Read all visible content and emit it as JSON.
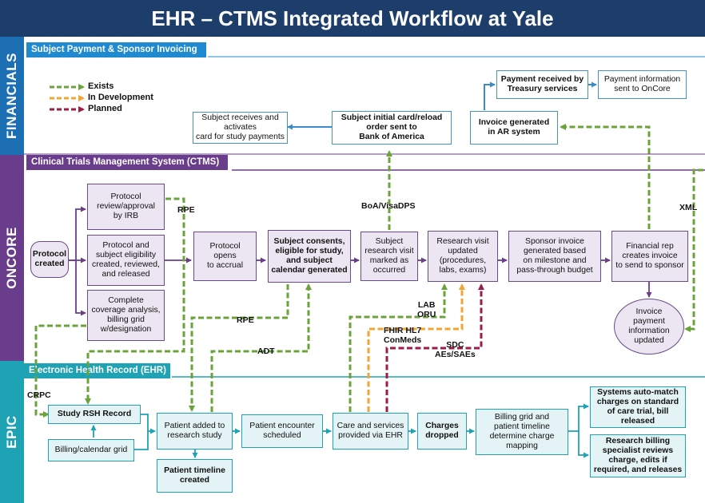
{
  "title": "EHR – CTMS Integrated Workflow at Yale",
  "bands": {
    "financials": "FINANCIALS",
    "oncore": "ONCORE",
    "epic": "EPIC"
  },
  "sections": {
    "financials": "Subject Payment & Sponsor Invoicing",
    "ctms": "Clinical Trials Management System (CTMS)",
    "ehr": "Electronic Health Record (EHR)"
  },
  "legend": [
    {
      "label": "Exists",
      "color": "#6ba33a"
    },
    {
      "label": "In Development",
      "color": "#f2a533"
    },
    {
      "label": "Planned",
      "color": "#9b1e4a"
    }
  ],
  "colors": {
    "financials_band": "#1d6fb4",
    "oncore_band": "#6a3d8c",
    "epic_band": "#1ea3b5",
    "header": "#1d3e6b",
    "financial_section": "#1f8ad0",
    "ctms_section": "#6a3d8c",
    "ehr_section": "#1ea3b5"
  },
  "financial_boxes": {
    "subject_receives": "Subject receives and activates\ncard for study payments",
    "initial_card": "Subject initial card/reload\norder sent to\nBank of America",
    "invoice_generated": "Invoice generated\nin AR system",
    "payment_received": "Payment received by\nTreasury services",
    "payment_info": "Payment information\nsent to OnCore"
  },
  "oncore_boxes": {
    "protocol_created": "Protocol\ncreated",
    "protocol_review": "Protocol\nreview/approval\nby IRB",
    "protocol_eligibility": "Protocol and\nsubject eligibility\ncreated, reviewed,\nand released",
    "coverage_analysis": "Complete\ncoverage analysis,\nbilling grid\nw/designation",
    "protocol_opens": "Protocol\nopens\nto accrual",
    "subject_consents": "Subject consents,\neligible for study,\nand subject\ncalendar generated",
    "research_visit_marked": "Subject\nresearch visit\nmarked as\noccurred",
    "research_visit_updated": "Research visit\nupdated\n(procedures,\nlabs, exams)",
    "sponsor_invoice": "Sponsor invoice\ngenerated based\non milestone and\npass-through budget",
    "financial_rep": "Financial rep\ncreates invoice\nto send to sponsor",
    "invoice_payment": "Invoice\npayment\ninformation\nupdated"
  },
  "epic_boxes": {
    "study_rsh": "Study RSH Record",
    "billing_calendar": "Billing/calendar grid",
    "patient_added": "Patient added to\nresearch study",
    "patient_timeline": "Patient timeline\ncreated",
    "encounter": "Patient encounter\nscheduled",
    "care_services": "Care and services\nprovided via EHR",
    "charges_dropped": "Charges\ndropped",
    "billing_grid_timeline": "Billing grid and\npatient timeline\ndetermine charge\nmapping",
    "auto_match": "Systems auto-match\ncharges on standard\nof care trial, bill\nreleased",
    "specialist_reviews": "Research billing\nspecialist reviews\ncharge, edits if\nrequired, and releases"
  },
  "connector_labels": {
    "boa": "BoA/VisaDPS",
    "xml": "XML",
    "rpe_top": "RPE",
    "rpe_mid": "RPE",
    "adt": "ADT",
    "crpc": "CRPC",
    "lab_oru": "LAB\nORU",
    "fhir": "FHIR HL7\nConMeds",
    "sdc": "SDC\nAEs/SAEs"
  }
}
